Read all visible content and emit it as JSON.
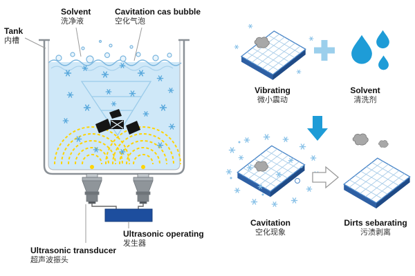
{
  "left_diagram": {
    "tank": {
      "en": "Tank",
      "zh": "内槽"
    },
    "solvent": {
      "en": "Solvent",
      "zh": "洗净液"
    },
    "cavitation_gas_bubble": {
      "en": "Cavitation cas bubble",
      "zh": "空化气泡"
    },
    "ultrasonic_operating": {
      "en": "Ultrasonic operating",
      "zh": "发生器"
    },
    "ultrasonic_transducer": {
      "en": "Ultrasonic transducer",
      "zh": "超声波振头"
    }
  },
  "right_diagram": {
    "vibrating": {
      "en": "Vibrating",
      "zh": "微小震动"
    },
    "solvent": {
      "en": "Solvent",
      "zh": "清洗剂"
    },
    "cavitation": {
      "en": "Cavitation",
      "zh": "空化现象"
    },
    "dirts_separating": {
      "en": "Dirts sebarating",
      "zh": "污渍剥离"
    }
  },
  "icons": {
    "plus": "plus-icon",
    "down_arrow": "down-arrow-icon",
    "right_arrow": "right-arrow-icon",
    "droplets": "solvent-drops-icon",
    "bubble": "cavitation-bubble-icon",
    "dirt": "dirt-blob-icon"
  },
  "colors": {
    "water": "#cfe8f8",
    "wave_yellow": "#ffd400",
    "bubble_blue": "#58a8dc",
    "plate_grid": "#a8cce8",
    "plate_side": "#2e5fa3",
    "drop_blue": "#1e9cd7",
    "generator_blue": "#1d4e9e",
    "dirt_gray": "#a8a8a8"
  }
}
